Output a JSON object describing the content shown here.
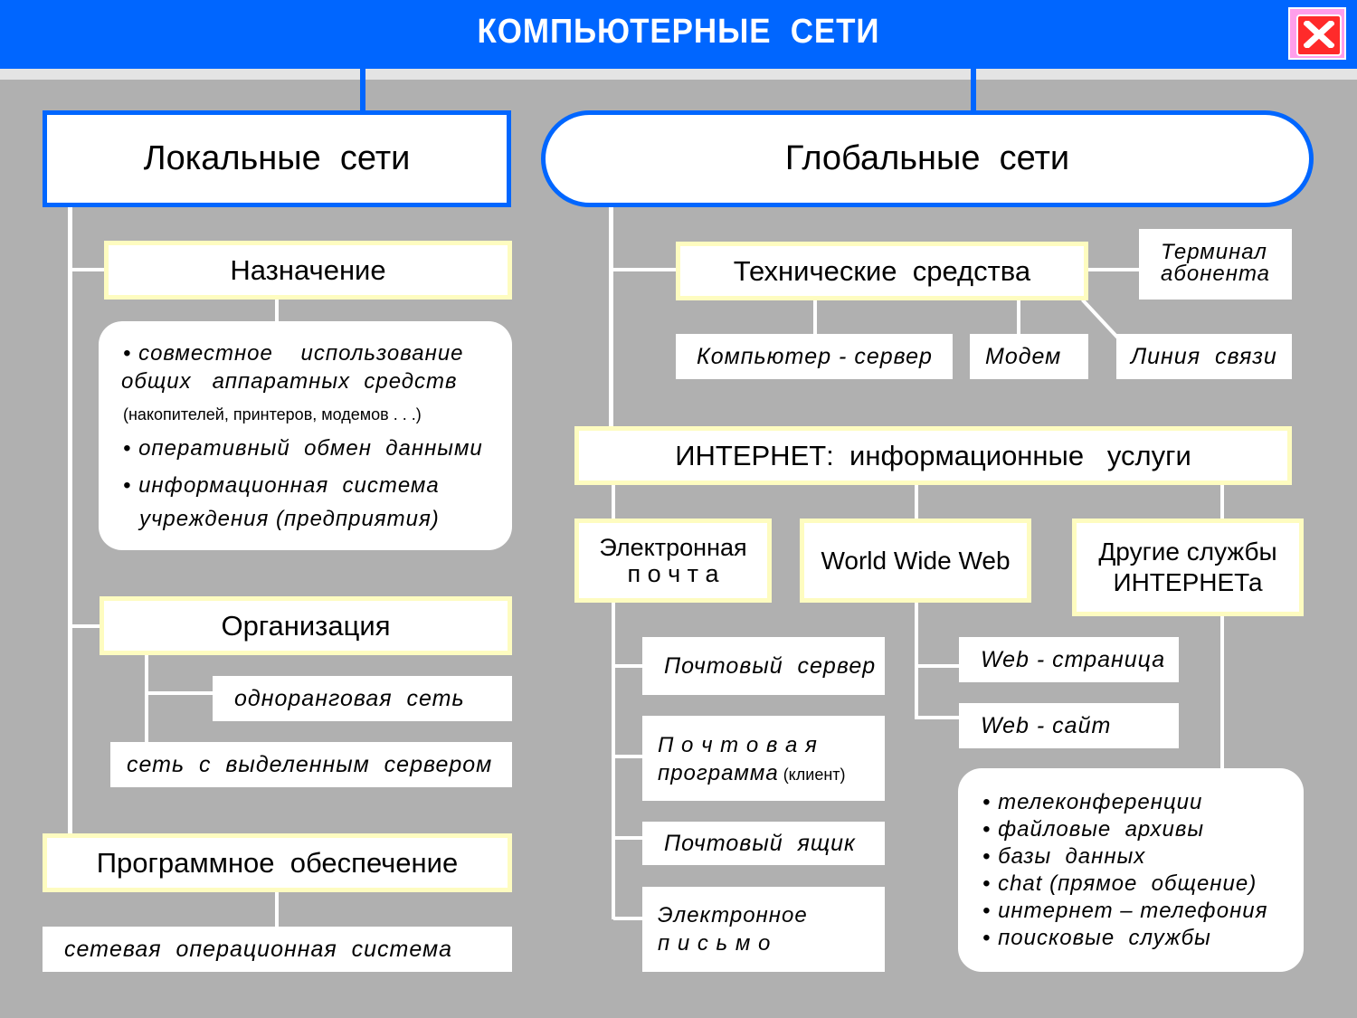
{
  "title": "КОМПЬЮТЕРНЫЕ  СЕТИ",
  "local": {
    "title": "Локальные  сети",
    "purpose": {
      "title": "Назначение",
      "item1_line1": "• совместное    использование",
      "item1_line2": "общих   аппаратных  средств",
      "item1_note": "(накопителей, принтеров, модемов . . .)",
      "item2": "• оперативный  обмен  данными",
      "item3_line1": "• информационная  система",
      "item3_line2": "учреждения (предприятия)"
    },
    "organization": {
      "title": "Организация",
      "peer": "одноранговая  сеть",
      "server": "сеть  с  выделенным  сервером"
    },
    "software": {
      "title": "Программное  обеспечение",
      "os": "сетевая  операционная  система"
    }
  },
  "global": {
    "title": "Глобальные  сети",
    "hardware": {
      "title": "Технические  средства",
      "terminal_line1": "Терминал",
      "terminal_line2": "абонента",
      "server": "Компьютер - сервер",
      "modem": "Модем",
      "link": "Линия  связи"
    },
    "internet": {
      "title": "ИНТЕРНЕТ:  информационные   услуги",
      "email": {
        "title_line1": "Электронная",
        "title_line2": "п о ч т а",
        "mail_server": "Почтовый  сервер",
        "client_line1": "П о ч т о в а я",
        "client_line2": "программа",
        "client_note": " (клиент)",
        "mailbox": "Почтовый  ящик",
        "letter_line1": "Электронное",
        "letter_line2": "п и с ь м о"
      },
      "www": {
        "title": "World Wide Web",
        "page": "Web - страница",
        "site": "Web - сайт"
      },
      "other": {
        "title_line1": "Другие службы",
        "title_line2": "ИНТЕРНЕТа",
        "items": [
          "• телеконференции",
          "• файловые  архивы",
          "• базы  данных",
          "• chat (прямое  общение)",
          "• интернет – телефония",
          "• поисковые  службы"
        ]
      }
    }
  },
  "colors": {
    "accent": "#0066ff",
    "background": "#b0b0b0",
    "frame": "#fefcc0"
  }
}
